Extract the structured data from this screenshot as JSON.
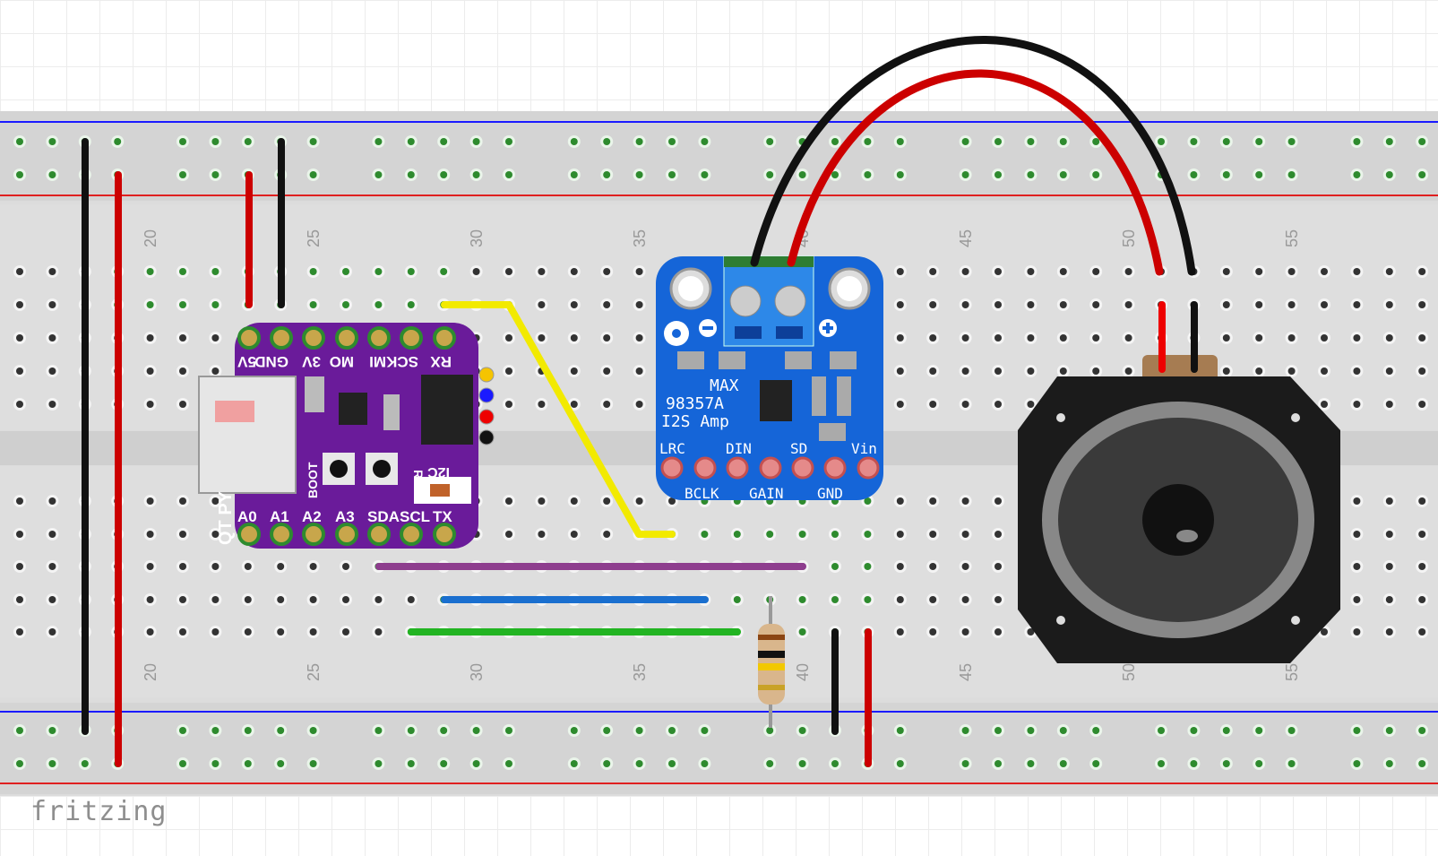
{
  "app": {
    "logo_text": "fritzing"
  },
  "breadboard": {
    "row_numbers_top": [
      "20",
      "25",
      "30",
      "35",
      "40",
      "45",
      "50",
      "55"
    ],
    "row_numbers_bottom": [
      "20",
      "25",
      "30",
      "35",
      "40",
      "45",
      "50",
      "55"
    ],
    "rail_colors": {
      "negative": "#1a1aff",
      "positive": "#e02020"
    },
    "hole_color_connected": "#2e8b2e",
    "hole_color_empty": "#333333"
  },
  "qtpy": {
    "name_vertical": "QT PY",
    "top_pins": [
      "5V",
      "GND",
      "3V",
      "MO",
      "MI",
      "SCK",
      "RX"
    ],
    "bottom_pins": [
      "A0",
      "A1",
      "A2",
      "A3",
      "SDA",
      "SCL",
      "TX"
    ],
    "labels": {
      "boot": "BOOT",
      "rst": "RST",
      "i2c": "I2C"
    },
    "board_color": "#6a1b9a"
  },
  "amp": {
    "title_line1": "MAX",
    "title_line2": "98357A",
    "title_line3": "I2S Amp",
    "top_pins": [
      "LRC",
      "DIN",
      "SD",
      "Vin"
    ],
    "bottom_pins": [
      "BCLK",
      "GAIN",
      "GND"
    ],
    "board_color": "#1565d8"
  },
  "wires": {
    "colors": {
      "black": "#111111",
      "red": "#cc0000",
      "yellow": "#f2ea00",
      "purple": "#8e3d8e",
      "blue": "#1a6fcf",
      "green": "#22b422"
    }
  },
  "speaker": {
    "icon": "speaker-icon"
  },
  "resistor": {
    "icon": "resistor-icon"
  }
}
